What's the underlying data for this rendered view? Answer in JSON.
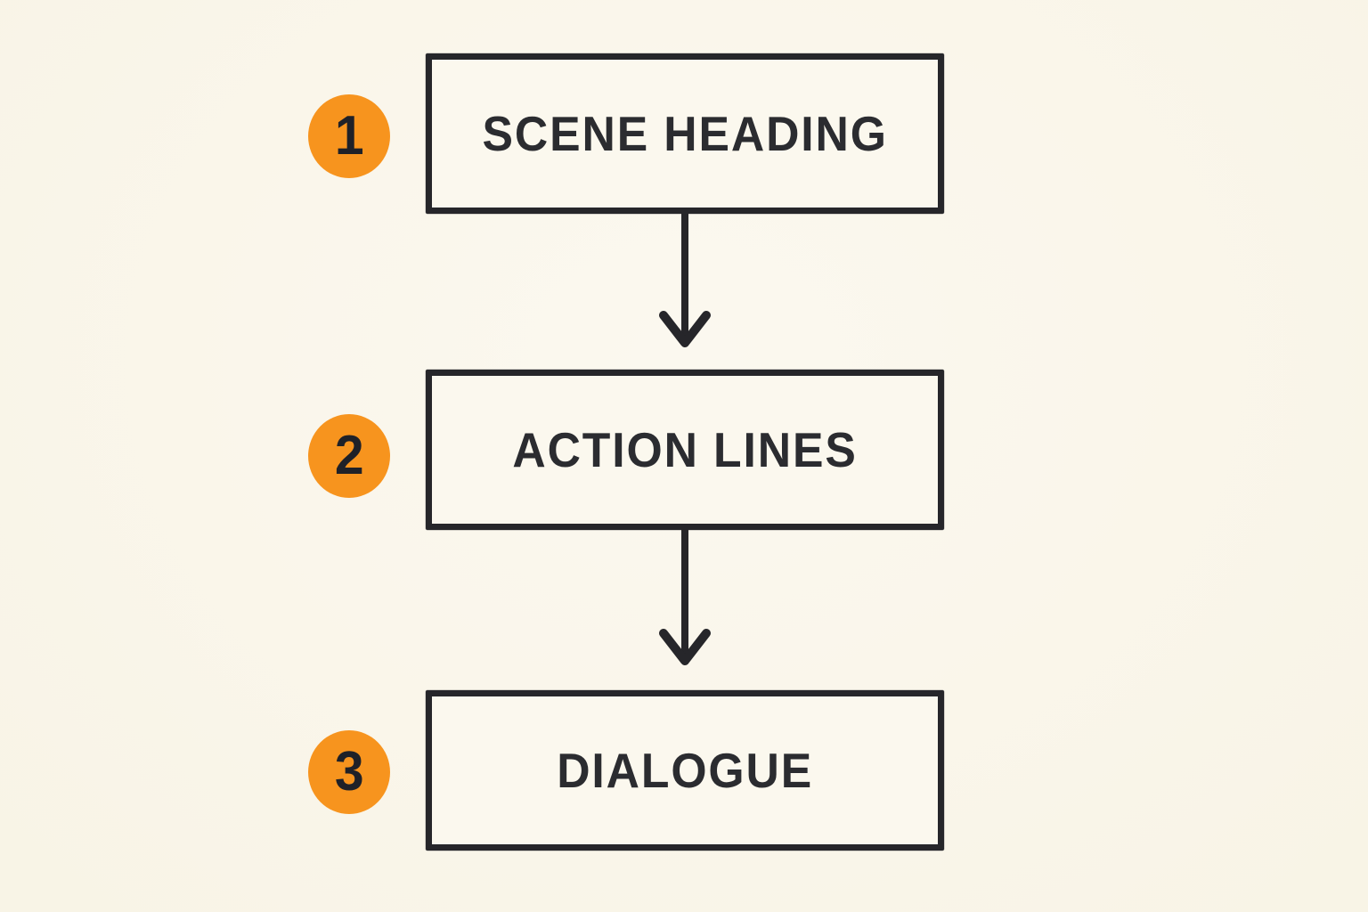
{
  "diagram": {
    "name": "screenplay-structure-flow",
    "background_color": "#faf6ea",
    "box_fill_color": "#fbf8ee",
    "stroke_color": "#26262a",
    "text_color": "#2b2c30",
    "accent_color": "#f7941e",
    "badge_number_color": "#1f2128",
    "flow_direction": "top-to-bottom",
    "connector_style": "arrow-down",
    "steps": [
      {
        "number": "1",
        "label": "SCENE HEADING"
      },
      {
        "number": "2",
        "label": "ACTION LINES"
      },
      {
        "number": "3",
        "label": "DIALOGUE"
      }
    ]
  }
}
